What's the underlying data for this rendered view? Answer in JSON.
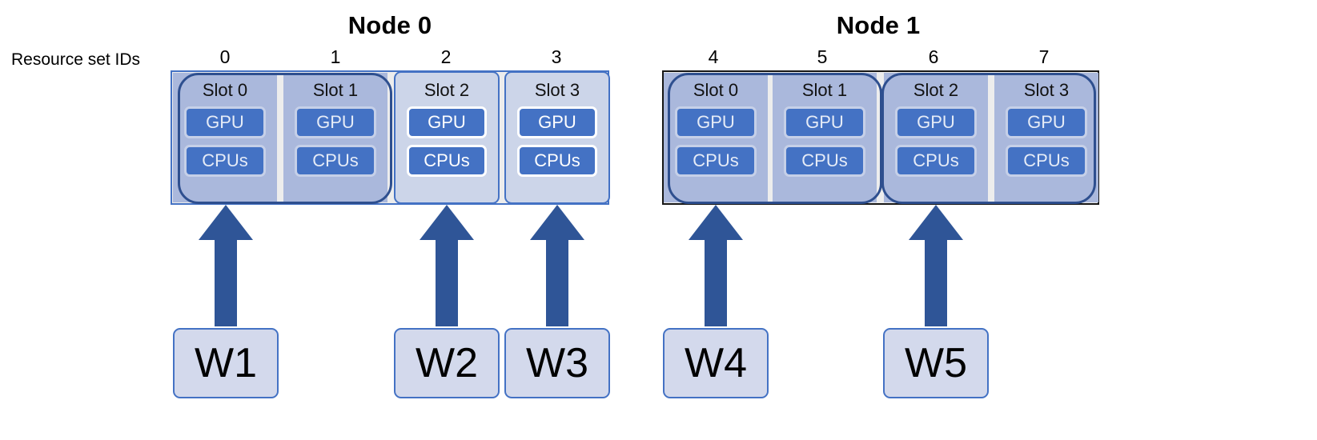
{
  "diagram": {
    "resource_set_label": "Resource set IDs",
    "nodes": [
      {
        "title": "Node 0",
        "frame_style": "light",
        "slots": [
          {
            "label": "Slot 0",
            "rs_id": "0",
            "gpu": "GPU",
            "cpu": "CPUs",
            "grouped": true
          },
          {
            "label": "Slot 1",
            "rs_id": "1",
            "gpu": "GPU",
            "cpu": "CPUs",
            "grouped": true
          },
          {
            "label": "Slot 2",
            "rs_id": "2",
            "gpu": "GPU",
            "cpu": "CPUs",
            "grouped": false
          },
          {
            "label": "Slot 3",
            "rs_id": "3",
            "gpu": "GPU",
            "cpu": "CPUs",
            "grouped": false
          }
        ],
        "groups": [
          {
            "from": 0,
            "to": 1
          }
        ]
      },
      {
        "title": "Node 1",
        "frame_style": "dark",
        "slots": [
          {
            "label": "Slot 0",
            "rs_id": "4",
            "gpu": "GPU",
            "cpu": "CPUs",
            "grouped": true
          },
          {
            "label": "Slot 1",
            "rs_id": "5",
            "gpu": "GPU",
            "cpu": "CPUs",
            "grouped": true
          },
          {
            "label": "Slot 2",
            "rs_id": "6",
            "gpu": "GPU",
            "cpu": "CPUs",
            "grouped": true
          },
          {
            "label": "Slot 3",
            "rs_id": "7",
            "gpu": "GPU",
            "cpu": "CPUs",
            "grouped": true
          }
        ],
        "groups": [
          {
            "from": 0,
            "to": 1
          },
          {
            "from": 2,
            "to": 3
          }
        ]
      }
    ],
    "workers": [
      {
        "label": "W1",
        "target_node": 0,
        "target_slot": 0,
        "target_rs_id": "0"
      },
      {
        "label": "W2",
        "target_node": 0,
        "target_slot": 2,
        "target_rs_id": "2"
      },
      {
        "label": "W3",
        "target_node": 0,
        "target_slot": 3,
        "target_rs_id": "3"
      },
      {
        "label": "W4",
        "target_node": 1,
        "target_slot": 0,
        "target_rs_id": "4"
      },
      {
        "label": "W5",
        "target_node": 1,
        "target_slot": 2,
        "target_rs_id": "6"
      }
    ],
    "colors": {
      "chip_blue": "#4472C4",
      "grouped_slot_bg": "#AAB8DC",
      "plain_slot_bg": "#CCD5E9",
      "overlay_border": "#2E4F8F",
      "arrow_blue": "#2F5597",
      "worker_bg": "#D3D9EC",
      "node0_frame": "#4472C4",
      "node1_frame": "#161616",
      "text_black": "#000000"
    }
  }
}
